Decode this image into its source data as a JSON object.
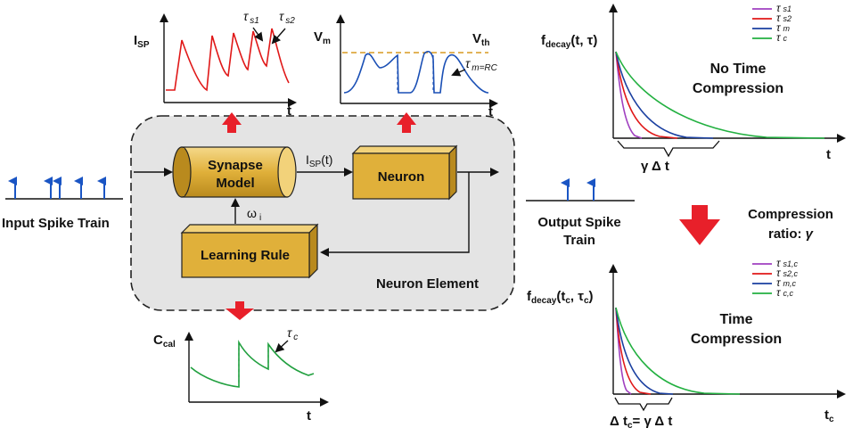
{
  "colors": {
    "block_front": "#e0b03a",
    "block_top": "#f2d27a",
    "block_side": "#b98a1e",
    "panel_fill": "#e4e4e4",
    "arrow_red": "#e8202a",
    "spike_blue": "#1a55c4",
    "isp_red": "#e01818",
    "vm_blue": "#1a4fb5",
    "vth_orange": "#d89a20",
    "ccal_green": "#22a040",
    "tau_s1": "#a040c0",
    "tau_s2": "#e01818",
    "tau_m": "#1a3fa0",
    "tau_c": "#22b040"
  },
  "blocks": {
    "synapse_line1": "Synapse",
    "synapse_line2": "Model",
    "neuron": "Neuron",
    "learning_rule": "Learning Rule"
  },
  "panel": {
    "label": "Neuron Element"
  },
  "signals": {
    "isp_t_main": "I",
    "isp_t_sub": "SP",
    "isp_t_tail": "(t)",
    "omega_main": "ω",
    "omega_sub": "i"
  },
  "spike_trains": {
    "input_label": "Input Spike Train",
    "output_line1": "Output Spike",
    "output_line2": "Train"
  },
  "plot_isp": {
    "y_main": "I",
    "y_sub": "SP",
    "x": "t",
    "tau1_main": "τ",
    "tau1_sub": "s1",
    "tau2_main": "τ",
    "tau2_sub": "s2"
  },
  "plot_vm": {
    "y_main": "V",
    "y_sub": "m",
    "vth_main": "V",
    "vth_sub": "th",
    "x": "t",
    "tau_main": "τ",
    "tau_sub": "m=RC"
  },
  "plot_ccal": {
    "y_main": "C",
    "y_sub": "cal",
    "x": "t",
    "tau_main": "τ",
    "tau_sub": "c"
  },
  "decay_top": {
    "f_main": "f",
    "f_sub": "decay",
    "f_args": "(t,  τ)",
    "title_line1": "No Time",
    "title_line2": "Compression",
    "x": "t",
    "interval": "γ  Δ t",
    "legend": [
      {
        "main": "τ",
        "sub": "s1",
        "color_key": "tau_s1"
      },
      {
        "main": "τ",
        "sub": "s2",
        "color_key": "tau_s2"
      },
      {
        "main": "τ",
        "sub": "m",
        "color_key": "tau_m"
      },
      {
        "main": "τ",
        "sub": "c",
        "color_key": "tau_c"
      }
    ]
  },
  "decay_bottom": {
    "f_main": "f",
    "f_sub": "decay",
    "f_args_a": "(t",
    "f_args_a_sub": "c",
    "f_args_b": ",  τ",
    "f_args_b_sub": "c",
    "f_args_c": ")",
    "title_line1": "Time",
    "title_line2": "Compression",
    "x_main": "t",
    "x_sub": "c",
    "interval_a": "Δ t",
    "interval_a_sub": "c",
    "interval_b": "= γ  Δ t",
    "legend": [
      {
        "main": "τ",
        "sub": "s1,c",
        "color_key": "tau_s1"
      },
      {
        "main": "τ",
        "sub": "s2,c",
        "color_key": "tau_s2"
      },
      {
        "main": "τ",
        "sub": "m,c",
        "color_key": "tau_m"
      },
      {
        "main": "τ",
        "sub": "c,c",
        "color_key": "tau_c"
      }
    ]
  },
  "compression": {
    "line1": "Compression",
    "line2_a": "ratio: ",
    "line2_b": "γ"
  }
}
